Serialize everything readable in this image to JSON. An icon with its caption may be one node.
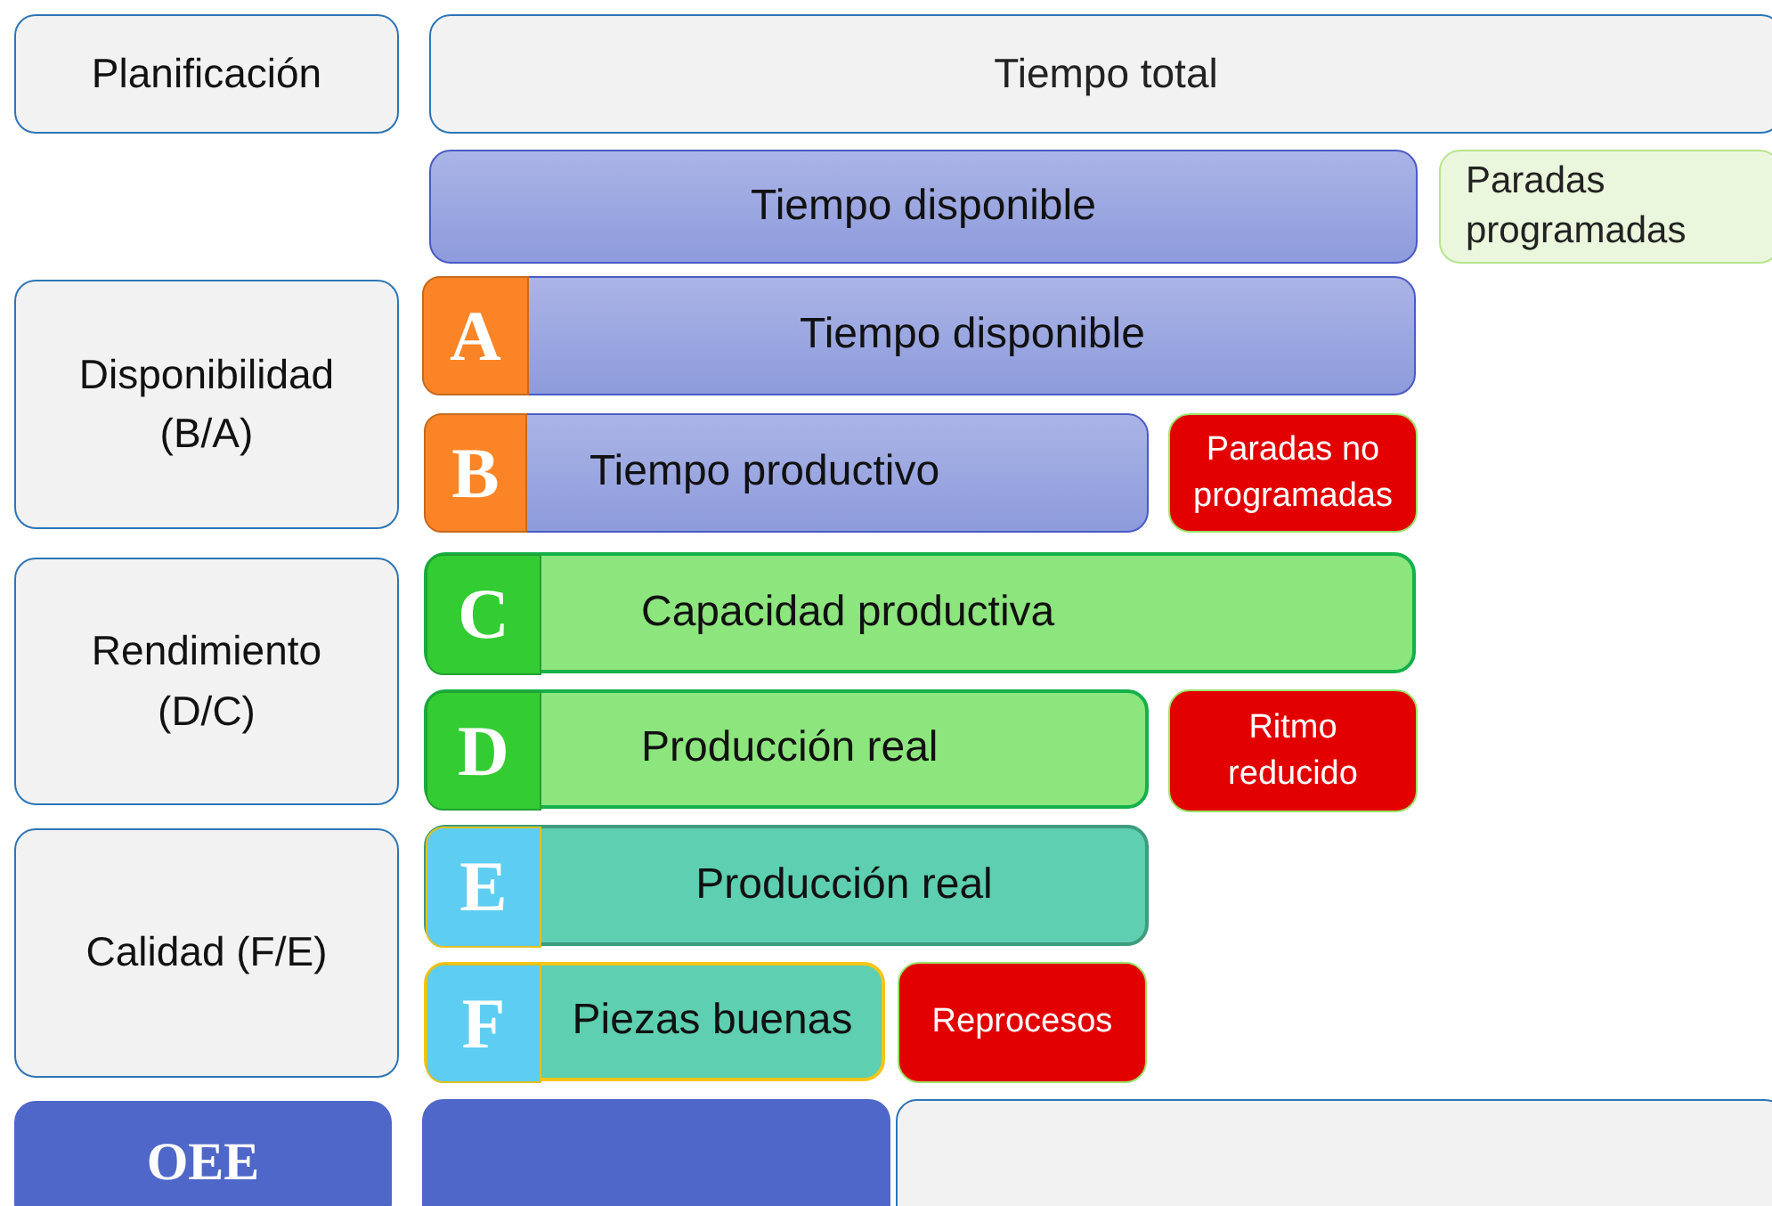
{
  "diagram": {
    "nodes": [
      {
        "text": [
          "Planificación"
        ]
      },
      {
        "text": [
          "Tiempo total"
        ]
      },
      {
        "text": [
          "Tiempo disponible"
        ]
      },
      {
        "text": [
          "Paradas programadas"
        ]
      },
      {
        "text": [
          "Disponibilidad (B/A)"
        ]
      },
      {
        "text": [
          "Tiempo disponible"
        ]
      },
      {
        "text": [
          "A"
        ],
        "in": 5
      },
      {
        "text": [
          "Tiempo productivo"
        ]
      },
      {
        "text": [
          "B"
        ],
        "in": 7
      },
      {
        "text": [
          "Paradas no programadas"
        ]
      },
      {
        "text": [
          "Rendimiento (D/C)"
        ]
      },
      {
        "text": [
          "Capacidad productiva"
        ]
      },
      {
        "text": [
          "C"
        ],
        "in": 11
      },
      {
        "text": [
          "Producción real"
        ]
      },
      {
        "text": [
          "D"
        ],
        "in": 13
      },
      {
        "text": [
          "Ritmo reducido"
        ]
      },
      {
        "text": [
          "Calidad (F/E)"
        ]
      },
      {
        "text": [
          "Producción real"
        ]
      },
      {
        "text": [
          "E"
        ],
        "in": 17
      },
      {
        "text": [
          "Piezas buenas"
        ]
      },
      {
        "text": [
          "F"
        ],
        "in": 19
      },
      {
        "text": [
          "Reprocesos"
        ]
      },
      {
        "text": [
          "OEE"
        ]
      },
      {
        "text": [],
        "shape": "bar"
      },
      {
        "text": [],
        "shape": "box"
      }
    ],
    "edges": []
  }
}
